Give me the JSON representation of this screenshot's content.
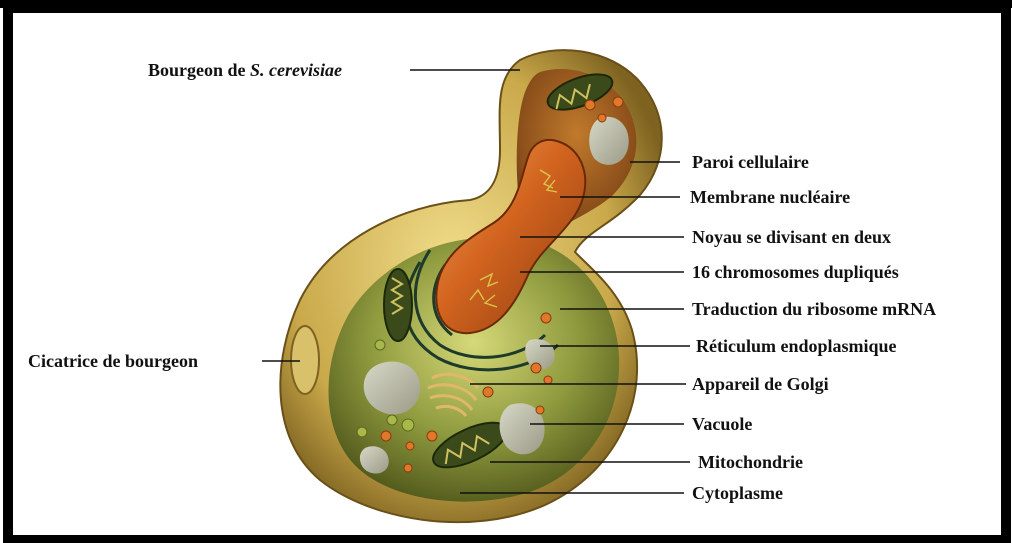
{
  "labels": {
    "bud_prefix": "Bourgeon de ",
    "bud_species": "S. cerevisiae",
    "bud_scar": "Cicatrice de bourgeon",
    "cell_wall": "Paroi cellulaire",
    "nuclear_membrane": "Membrane nucléaire",
    "dividing_nucleus": "Noyau se divisant en deux",
    "chromosomes": "16 chromosomes dupliqués",
    "ribosome_translation": "Traduction  du ribosome mRNA",
    "endoplasmic_reticulum": "Réticulum  endoplasmique",
    "golgi": "Appareil de Golgi",
    "vacuole": "Vacuole",
    "mitochondria": "Mitochondrie",
    "cytoplasm": "Cytoplasme"
  },
  "colors": {
    "frame": "#000000",
    "wall": "#c9a94a",
    "wall_dark": "#8a6d23",
    "cytoplasm": "#7f8a3a",
    "nucleus": "#c5561c",
    "vacuole": "#b8b8a4",
    "organelle": "#e0782a"
  }
}
